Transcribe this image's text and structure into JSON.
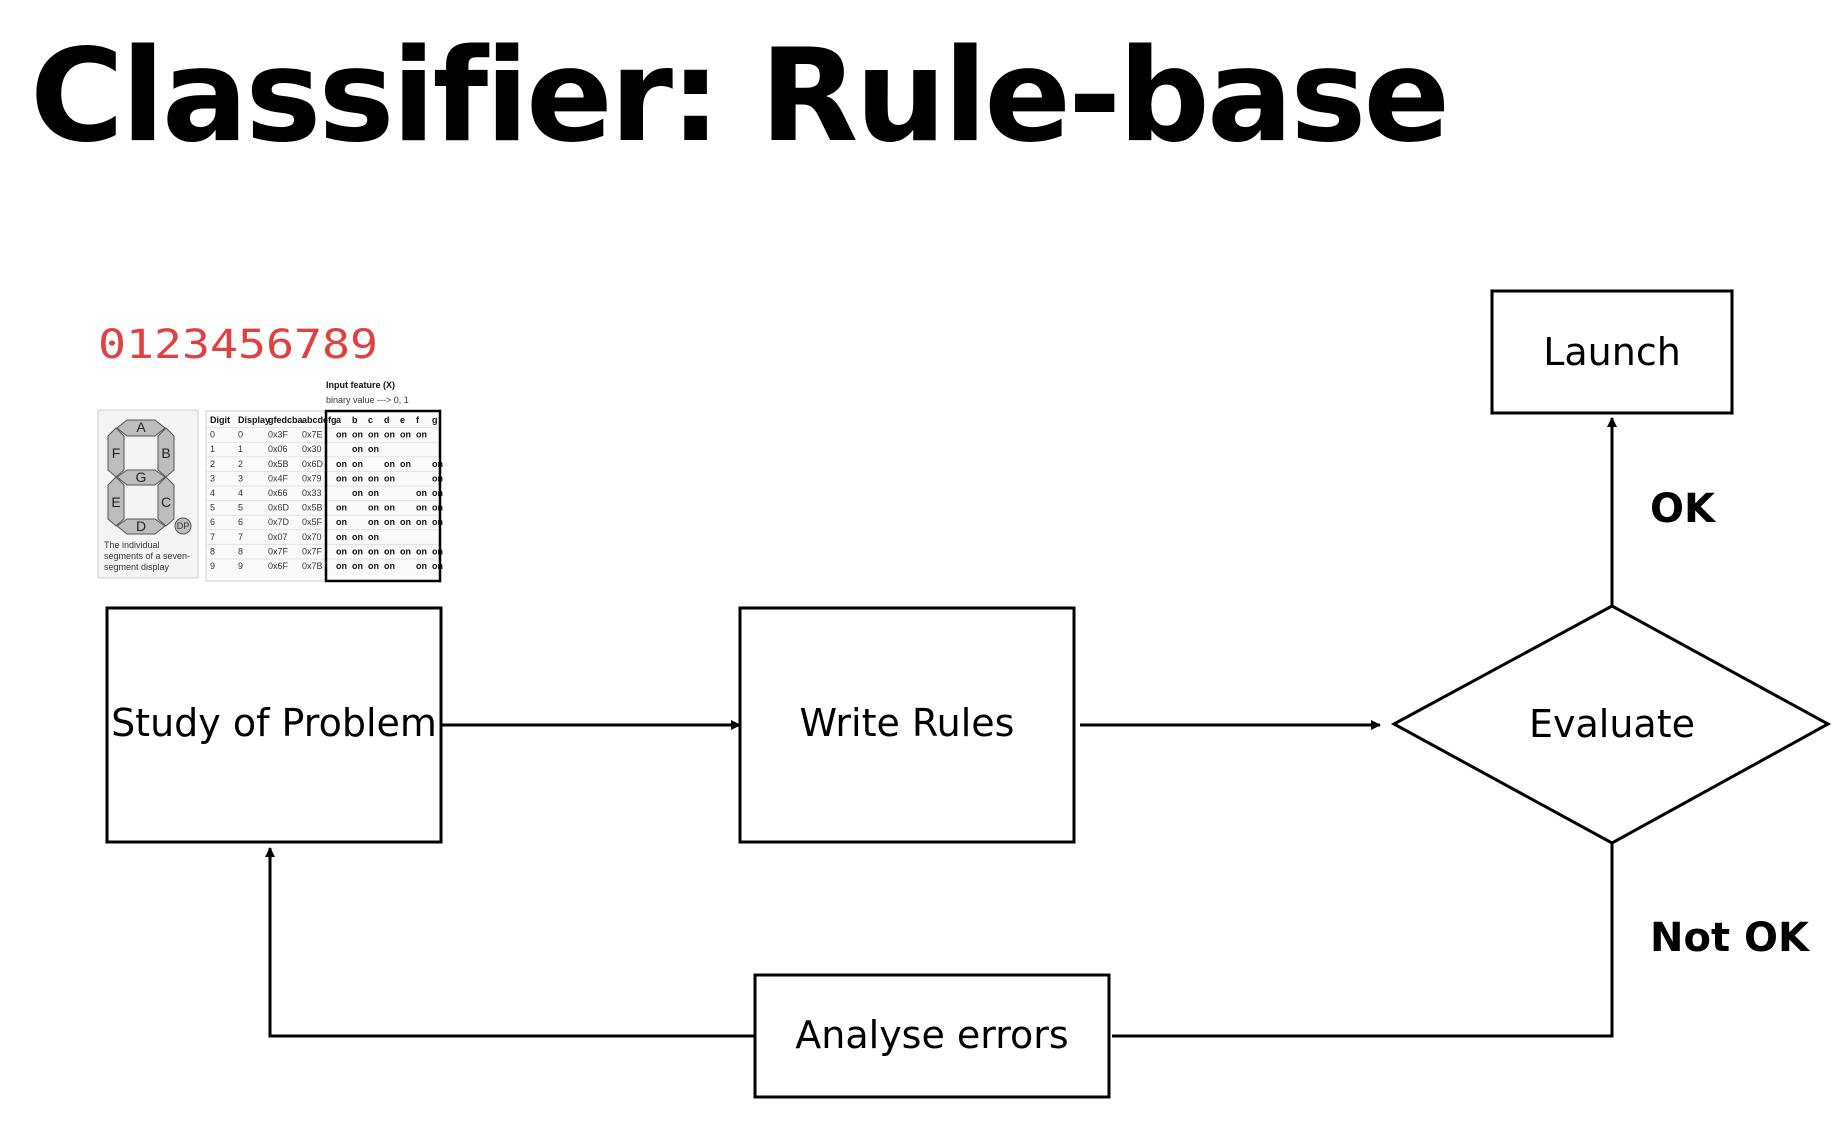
{
  "title": "Classifier: Rule-base",
  "nodes": {
    "study": "Study of Problem",
    "write": "Write Rules",
    "evaluate": "Evaluate",
    "launch": "Launch",
    "analyse": "Analyse errors"
  },
  "edges": {
    "ok": "OK",
    "not_ok": "Not OK"
  },
  "illustration": {
    "digit_strip": "0123456789",
    "segment_letters": [
      "A",
      "B",
      "C",
      "D",
      "E",
      "F",
      "G",
      "DP"
    ],
    "segment_caption": [
      "The individual",
      "segments of a seven-",
      "segment display"
    ],
    "feature_title": "Input feature (X)",
    "feature_subtitle": "binary value ---> 0, 1",
    "table_headers": [
      "Digit",
      "Display",
      "gfedcba",
      "abcdefg",
      "a",
      "b",
      "c",
      "d",
      "e",
      "f",
      "g"
    ],
    "table_rows": [
      [
        "0",
        "0",
        "0x3F",
        "0x7E",
        "on",
        "on",
        "on",
        "on",
        "on",
        "on",
        ""
      ],
      [
        "1",
        "1",
        "0x06",
        "0x30",
        "",
        "on",
        "on",
        "",
        "",
        "",
        ""
      ],
      [
        "2",
        "2",
        "0x5B",
        "0x6D",
        "on",
        "on",
        "",
        "on",
        "on",
        "",
        "on"
      ],
      [
        "3",
        "3",
        "0x4F",
        "0x79",
        "on",
        "on",
        "on",
        "on",
        "",
        "",
        "on"
      ],
      [
        "4",
        "4",
        "0x66",
        "0x33",
        "",
        "on",
        "on",
        "",
        "",
        "on",
        "on"
      ],
      [
        "5",
        "5",
        "0x6D",
        "0x5B",
        "on",
        "",
        "on",
        "on",
        "",
        "on",
        "on"
      ],
      [
        "6",
        "6",
        "0x7D",
        "0x5F",
        "on",
        "",
        "on",
        "on",
        "on",
        "on",
        "on"
      ],
      [
        "7",
        "7",
        "0x07",
        "0x70",
        "on",
        "on",
        "on",
        "",
        "",
        "",
        ""
      ],
      [
        "8",
        "8",
        "0x7F",
        "0x7F",
        "on",
        "on",
        "on",
        "on",
        "on",
        "on",
        "on"
      ],
      [
        "9",
        "9",
        "0x6F",
        "0x7B",
        "on",
        "on",
        "on",
        "on",
        "",
        "on",
        "on"
      ]
    ]
  }
}
